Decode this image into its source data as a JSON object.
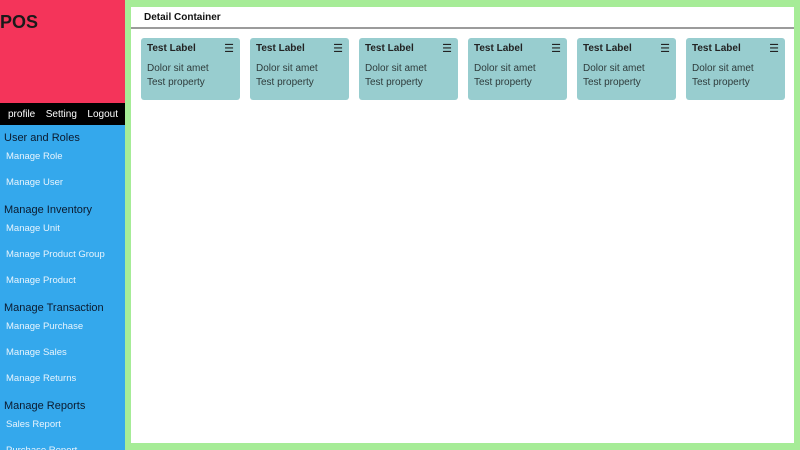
{
  "app": {
    "title": "POS"
  },
  "colors": {
    "background": "#a6ec97",
    "brand": "#f4345a",
    "sidebar": "#34a8ec",
    "topnav": "#000000",
    "card": "#98cdcf"
  },
  "topnav": {
    "items": [
      {
        "label": "profile"
      },
      {
        "label": "Setting"
      },
      {
        "label": "Logout"
      }
    ]
  },
  "sidebar": {
    "groups": [
      {
        "title": "User and Roles",
        "items": [
          {
            "label": "Manage Role"
          },
          {
            "label": "Manage User"
          }
        ]
      },
      {
        "title": "Manage Inventory",
        "items": [
          {
            "label": "Manage Unit"
          },
          {
            "label": "Manage Product Group"
          },
          {
            "label": "Manage Product"
          }
        ]
      },
      {
        "title": "Manage Transaction",
        "items": [
          {
            "label": "Manage Purchase"
          },
          {
            "label": "Manage Sales"
          },
          {
            "label": "Manage Returns"
          }
        ]
      },
      {
        "title": "Manage Reports",
        "items": [
          {
            "label": "Sales Report"
          },
          {
            "label": "Purchase Report"
          }
        ]
      }
    ]
  },
  "main": {
    "header": "Detail Container",
    "cards": [
      {
        "title": "Test Label",
        "menu_icon": "☰",
        "line1": "Dolor sit amet",
        "line2": "Test property"
      },
      {
        "title": "Test Label",
        "menu_icon": "☰",
        "line1": "Dolor sit amet",
        "line2": "Test property"
      },
      {
        "title": "Test Label",
        "menu_icon": "☰",
        "line1": "Dolor sit amet",
        "line2": "Test property"
      },
      {
        "title": "Test Label",
        "menu_icon": "☰",
        "line1": "Dolor sit amet",
        "line2": "Test property"
      },
      {
        "title": "Test Label",
        "menu_icon": "☰",
        "line1": "Dolor sit amet",
        "line2": "Test property"
      },
      {
        "title": "Test Label",
        "menu_icon": "☰",
        "line1": "Dolor sit amet",
        "line2": "Test property"
      }
    ]
  }
}
